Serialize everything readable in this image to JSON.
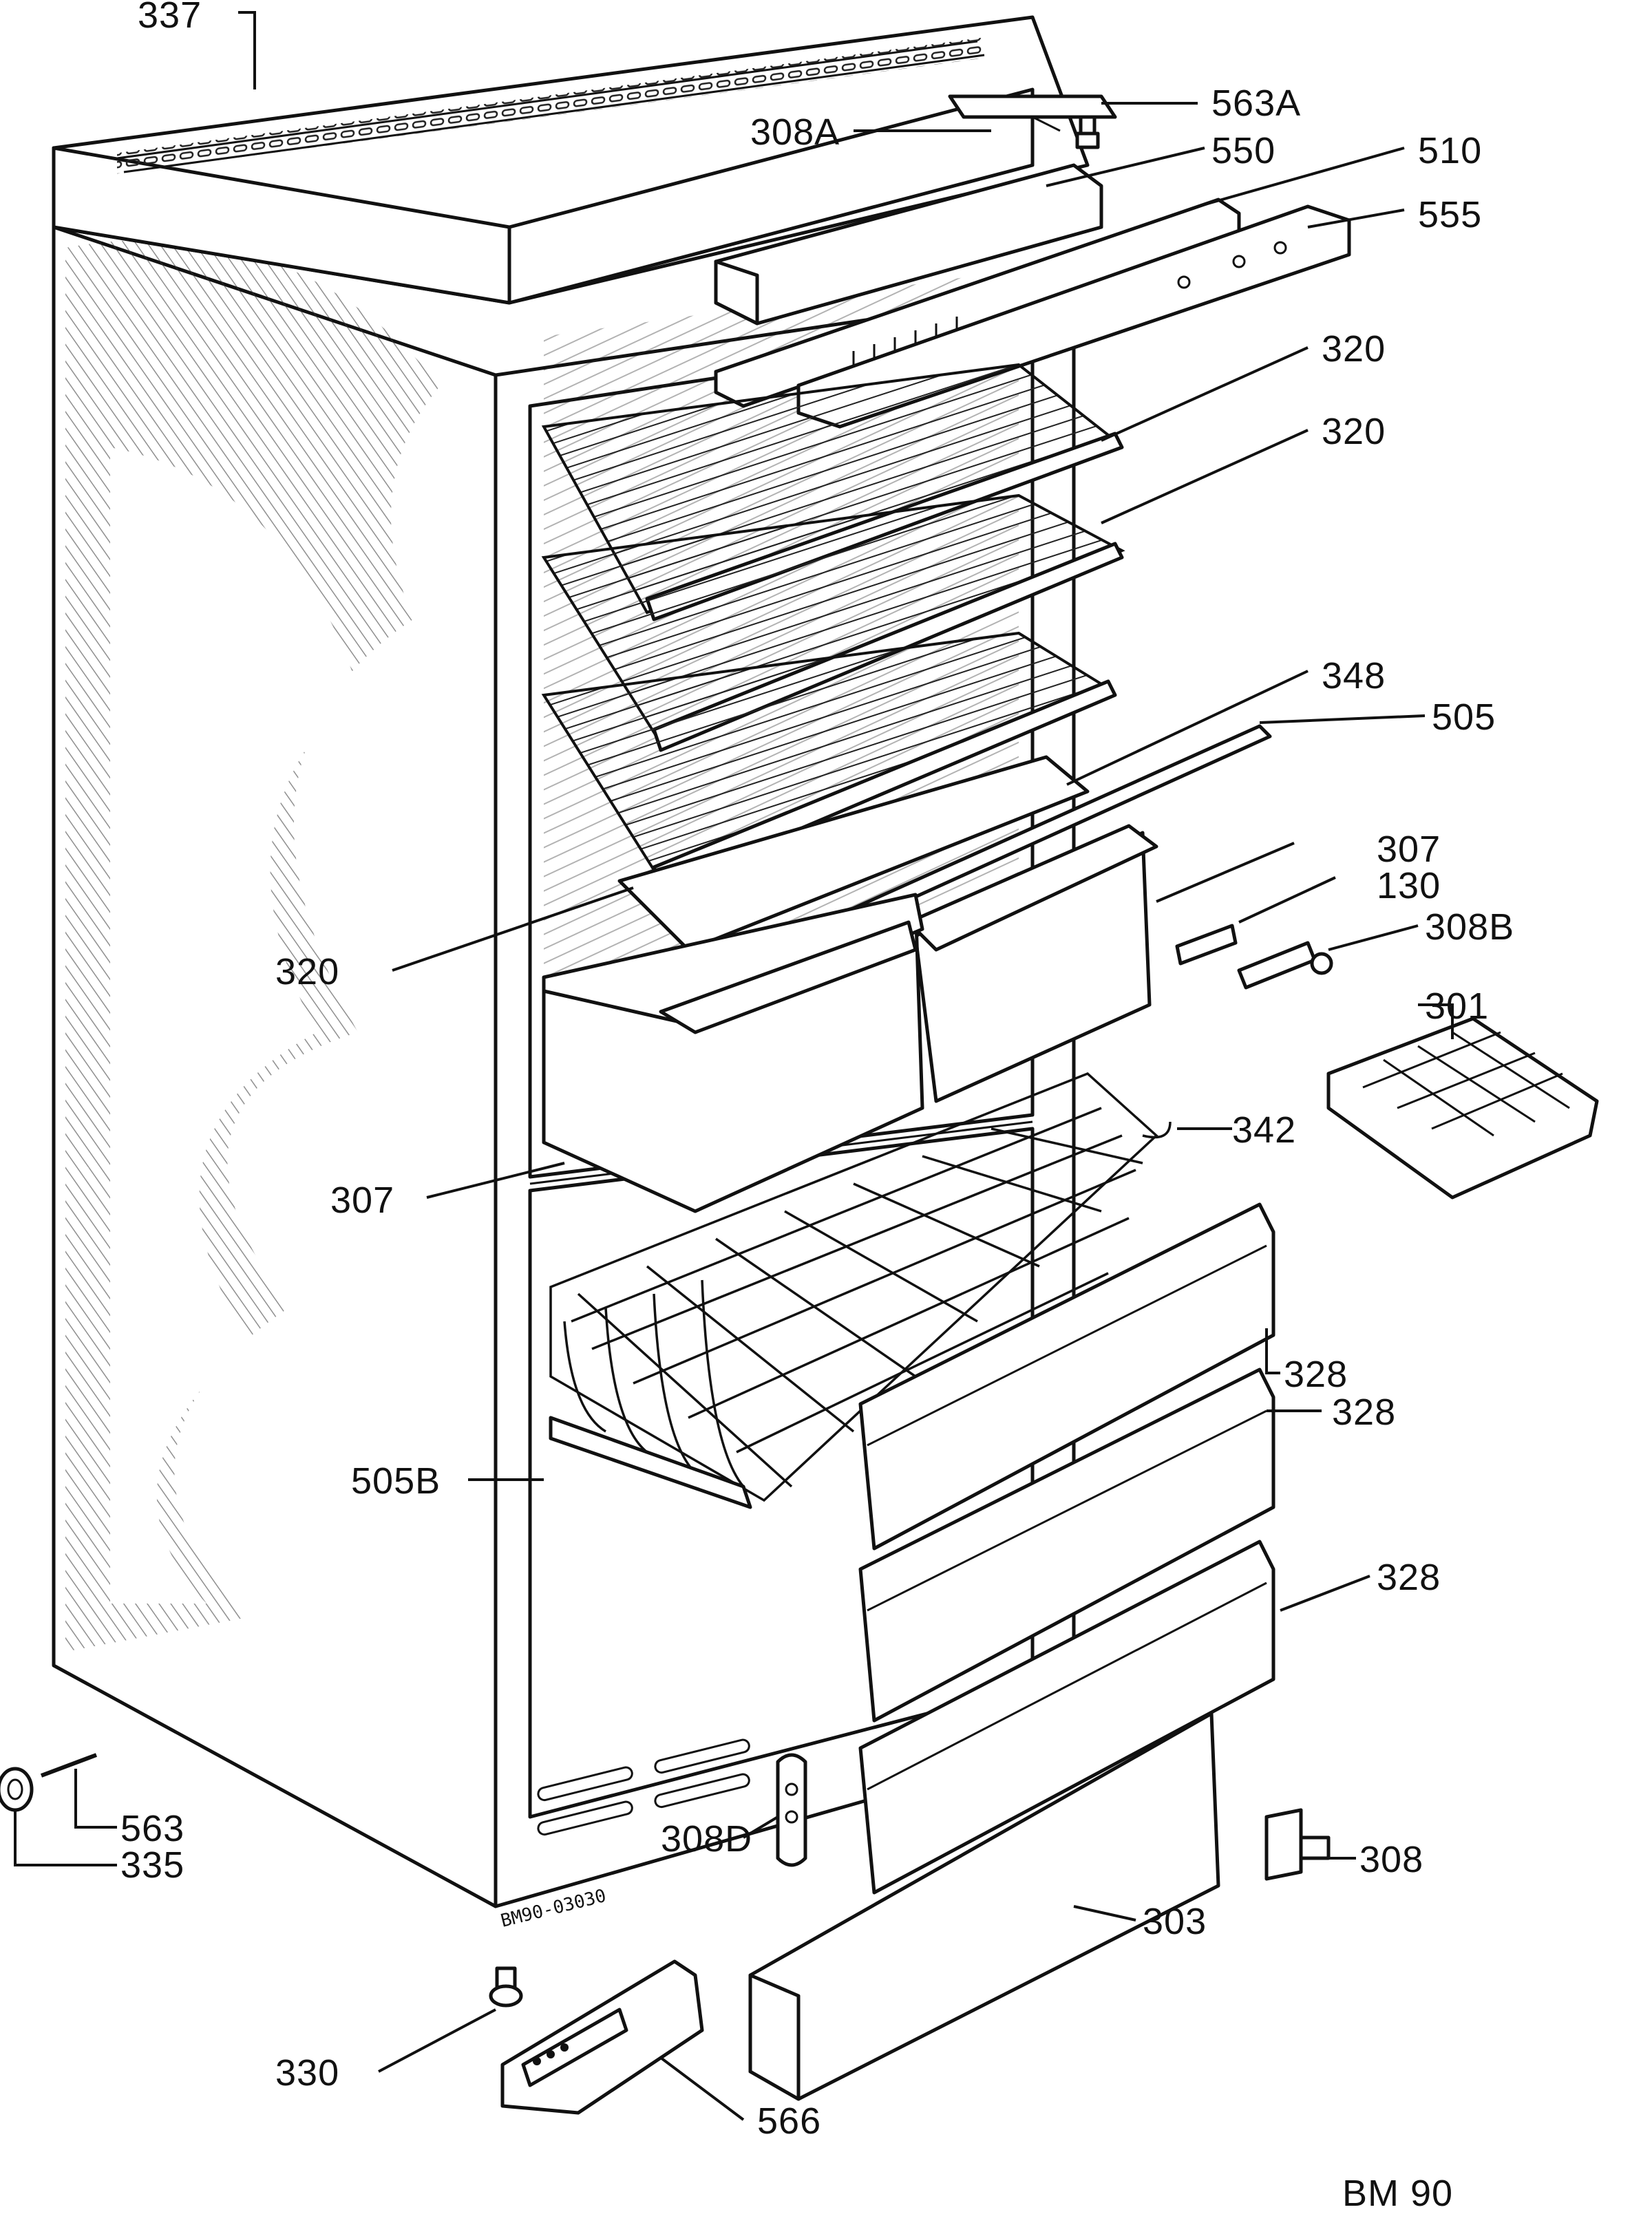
{
  "diagram": {
    "code": "BM 90",
    "stamp": "BM90-03030",
    "labels": {
      "l337": "337",
      "l308A": "308A",
      "l563A": "563A",
      "l550": "550",
      "l510": "510",
      "l555": "555",
      "l320a": "320",
      "l320b": "320",
      "l348": "348",
      "l505": "505",
      "l307a": "307",
      "l130": "130",
      "l308B": "308B",
      "l320c": "320",
      "l301": "301",
      "l342": "342",
      "l307b": "307",
      "l328a": "328",
      "l328b": "328",
      "l505B": "505B",
      "l328c": "328",
      "l563": "563",
      "l335": "335",
      "l308D": "308D",
      "l308": "308",
      "l303": "303",
      "l330": "330",
      "l566": "566"
    }
  }
}
